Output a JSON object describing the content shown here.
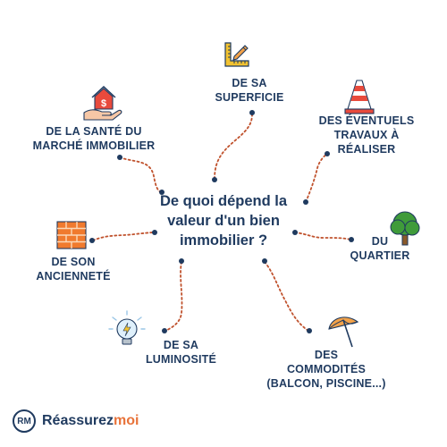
{
  "center": {
    "lines": [
      "De quoi dépend la",
      "valeur d'un bien",
      "immobilier ?"
    ]
  },
  "nodes": {
    "surface": {
      "lines": [
        "DE SA",
        "SUPERFICIE"
      ],
      "icon": "ruler-pencil-icon"
    },
    "market": {
      "lines": [
        "DE LA SANTÉ DU",
        "MARCHÉ IMMOBILIER"
      ],
      "icon": "house-hand-icon"
    },
    "works": {
      "lines": [
        "DES ÉVENTUELS",
        "TRAVAUX À",
        "RÉALISER"
      ],
      "icon": "traffic-cone-icon"
    },
    "district": {
      "lines": [
        "DU",
        "QUARTIER"
      ],
      "icon": "tree-icon"
    },
    "age": {
      "lines": [
        "DE SON",
        "ANCIENNETÉ"
      ],
      "icon": "brick-wall-icon"
    },
    "light": {
      "lines": [
        "DE SA",
        "LUMINOSITÉ"
      ],
      "icon": "light-bulb-icon"
    },
    "amenities": {
      "lines": [
        "DES",
        "COMMODITÉS",
        "(BALCON, PISCINE...)"
      ],
      "icon": "beach-umbrella-icon"
    }
  },
  "brand": {
    "mark": "RM",
    "name_main": "Réassurez",
    "name_accent": "moi"
  },
  "colors": {
    "text": "#1f3a5f",
    "connector": "#c0522d",
    "dot": "#1f3a5f",
    "accent": "#e8733a"
  }
}
